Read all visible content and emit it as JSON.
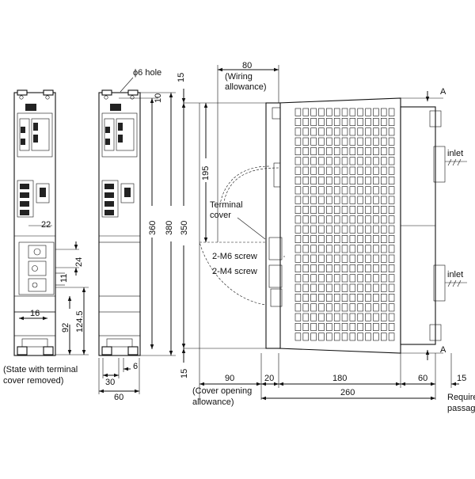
{
  "labels": {
    "hole": "ϕ6 hole",
    "wiring_allowance": "(Wiring\nallowance)",
    "terminal_cover": "Terminal\ncover",
    "screw_m6": "2-M6 screw",
    "screw_m4": "2-M4 screw",
    "state_cover_removed": "(State with terminal\ncover removed)",
    "cover_opening": "(Cover opening\nallowance)",
    "required_passage": "Require\npassag",
    "inlet_top": "inlet",
    "inlet_bottom": "inlet",
    "section_a_top": "A",
    "section_a_bottom": "A"
  },
  "dimensions": {
    "d80": "80",
    "d15_top": "15",
    "d10": "10",
    "d195": "195",
    "d360": "360",
    "d380": "380",
    "d350": "350",
    "d22": "22",
    "d24": "24",
    "d11": "11",
    "d16": "16",
    "d124_5": "124.5",
    "d92": "92",
    "d6": "6",
    "d30": "30",
    "d60_left": "60",
    "d15_bottom": "15",
    "d90": "90",
    "d20": "20",
    "d180": "180",
    "d60_right": "60",
    "d15_right": "15",
    "d260": "260"
  }
}
